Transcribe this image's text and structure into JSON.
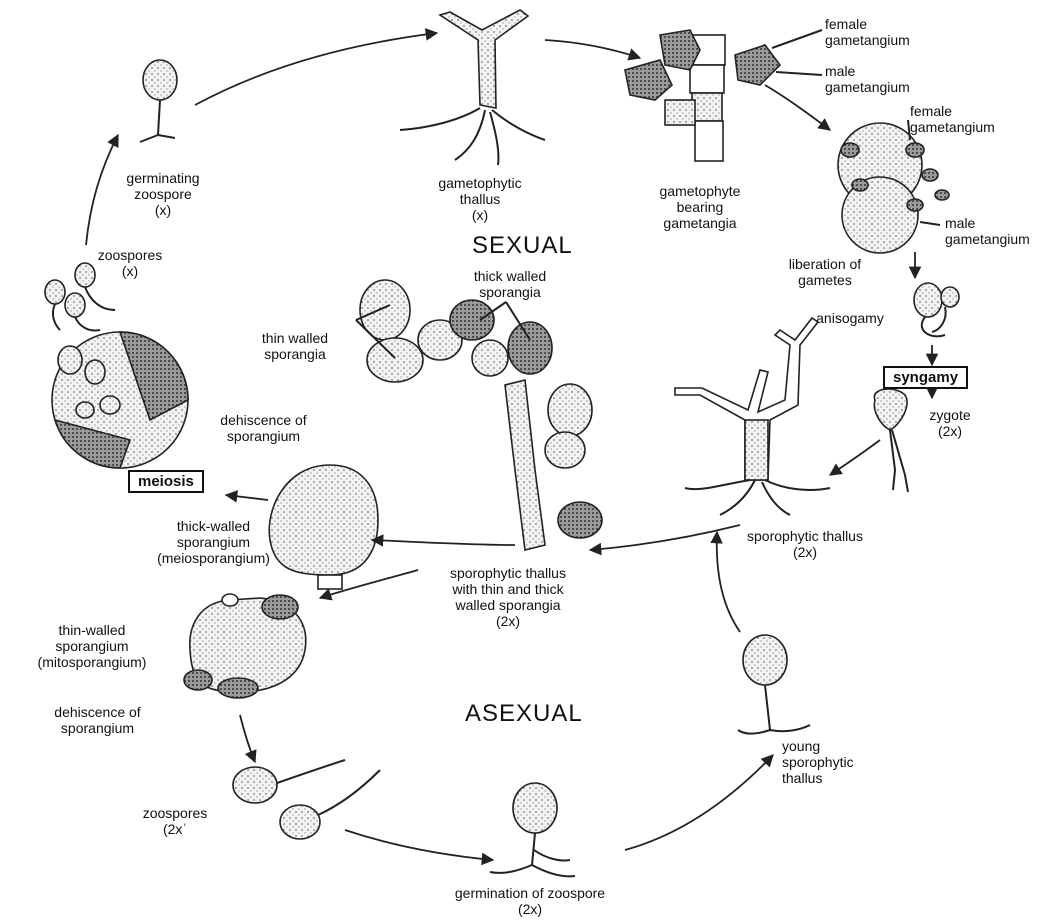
{
  "labels": {
    "germinating_zoospore": "germinating\nzoospore\n(x)",
    "gametophytic_thallus": "gametophytic\nthallus\n(x)",
    "gametophyte_bearing": "gametophyte\nbearing\ngametangia",
    "female_gametangium_1": "female\ngametangium",
    "male_gametangium_1": "male\ngametangium",
    "female_gametangium_2": "female\ngametangium",
    "male_gametangium_2": "male\ngametangium",
    "liberation_of_gametes": "liberation of\ngametes",
    "anisogamy": "anisogamy",
    "syngamy": "syngamy",
    "zygote": "zygote\n(2x)",
    "sexual": "SEXUAL",
    "asexual": "ASEXUAL",
    "zoospores_x": "zoospores\n(x)",
    "thick_walled_sporangia": "thick walled\nsporangia",
    "thin_walled_sporangia": "thin walled\nsporangia",
    "dehiscence_top": "dehiscence of\nsporangium",
    "meiosis": "meiosis",
    "thick_walled_sporangium": "thick-walled\nsporangium\n(meiosporangium)",
    "sporophytic_thallus_center": "sporophytic thallus\nwith thin and thick\nwalled sporangia\n(2x)",
    "sporophytic_thallus_right": "sporophytic thallus\n(2x)",
    "thin_walled_sporangium": "thin-walled\nsporangium\n(mitosporangium)",
    "dehiscence_bottom": "dehiscence of\nsporangium",
    "zoospores_2x": "zoospores\n(2xʾ",
    "germination_of_zoospore": "germination of zoospore\n(2x)",
    "young_sporophytic_thallus": "young\nsporophytic\nthallus"
  }
}
